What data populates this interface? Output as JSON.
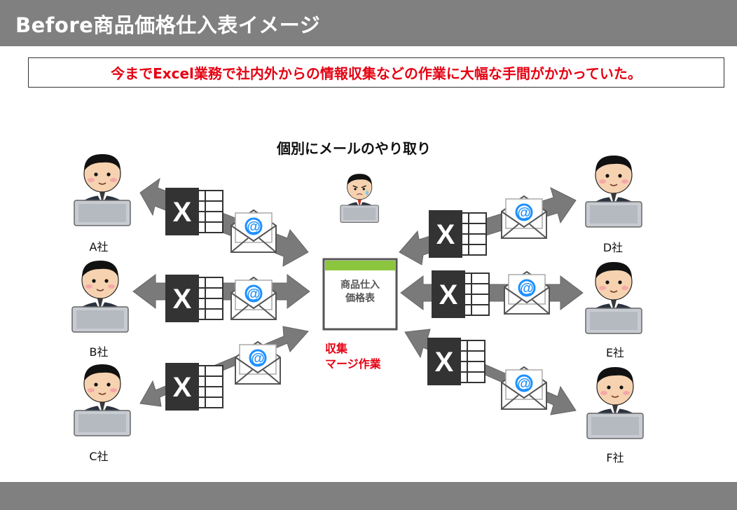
{
  "header": {
    "title": "Before商品価格仕入表イメージ"
  },
  "note": {
    "text": "今までExcel業務で社内外からの情報収集などの作業に大幅な手間がかかっていた。"
  },
  "diagram": {
    "title": "個別にメールのやり取り",
    "companies": [
      {
        "label": "A社"
      },
      {
        "label": "B社"
      },
      {
        "label": "C社"
      },
      {
        "label": "D社"
      },
      {
        "label": "E社"
      },
      {
        "label": "F社"
      }
    ],
    "center_sheet": {
      "line1": "商品仕入",
      "line2": "価格表"
    },
    "merge": {
      "line1": "収集",
      "line2": "マージ作業"
    },
    "icons": {
      "excel": "excel-icon",
      "mail": "mail-envelope-icon",
      "person": "person-at-laptop-icon"
    }
  },
  "colors": {
    "header": "#808080",
    "accent_red": "#e60012",
    "sheet_green": "#8cc63f",
    "arrow": "#7a7a7a"
  }
}
